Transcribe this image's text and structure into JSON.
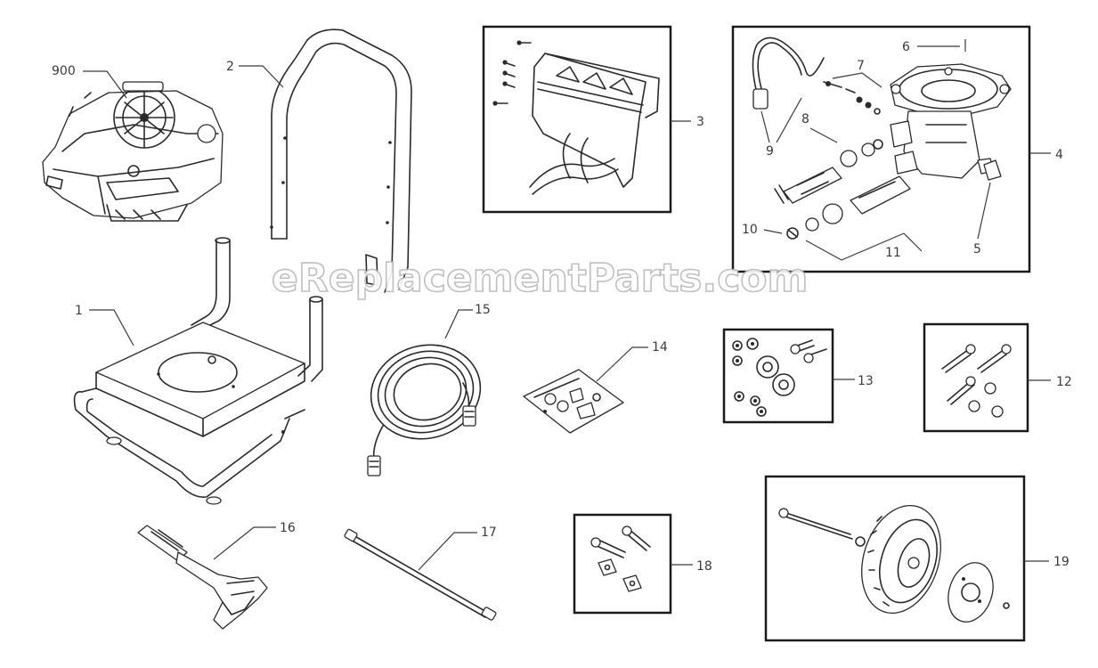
{
  "watermark": "eReplacementParts.com",
  "callouts": {
    "c900": "900",
    "c2": "2",
    "c3": "3",
    "c6": "6",
    "c7": "7",
    "c4": "4",
    "c8": "8",
    "c9": "9",
    "c10": "10",
    "c11": "11",
    "c5": "5",
    "c1": "1",
    "c15": "15",
    "c14": "14",
    "c13": "13",
    "c12": "12",
    "c16": "16",
    "c17": "17",
    "c18": "18",
    "c19": "19"
  }
}
